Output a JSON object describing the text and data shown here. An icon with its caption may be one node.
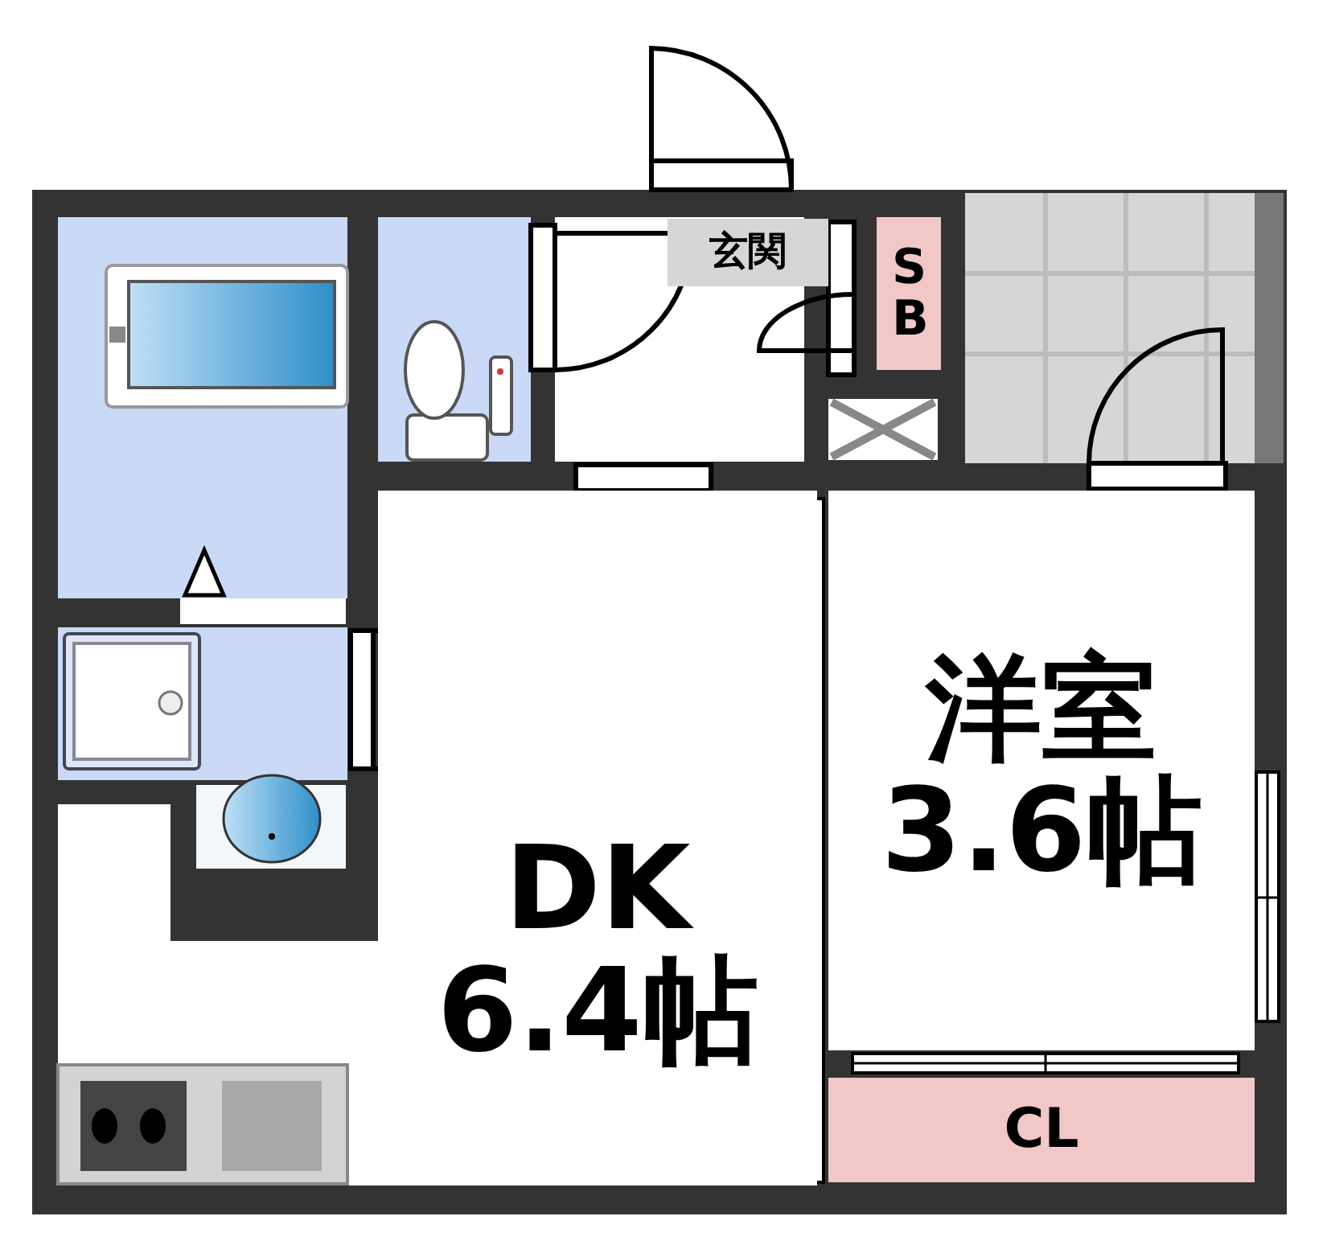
{
  "diagram": {
    "nodes": [
      {
        "text": [
          "玄関"
        ]
      },
      {
        "text": [
          "SB"
        ]
      },
      {
        "text": [
          "DK",
          "6.4帖"
        ]
      },
      {
        "text": [
          "洋室",
          "3.6帖"
        ]
      },
      {
        "text": [
          "CL"
        ]
      }
    ]
  }
}
